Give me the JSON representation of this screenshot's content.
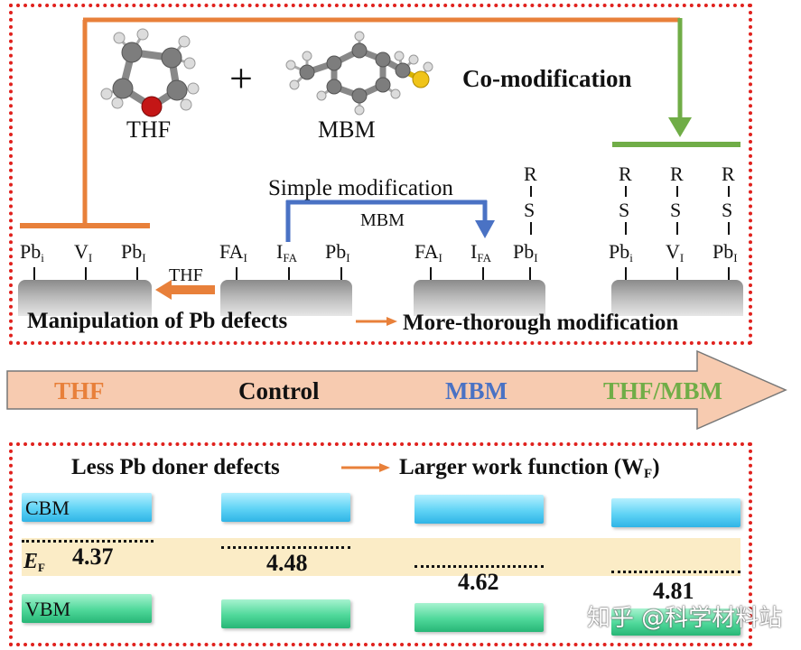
{
  "top_panel": {
    "molecule_thf": "THF",
    "plus": "+",
    "molecule_mbm": "MBM",
    "co_modification": "Co-modification",
    "simple_modification": "Simple modification",
    "mbm_arrow_label": "MBM",
    "thf_arrow_label": "THF",
    "group1": {
      "labels": [
        "Pb",
        "V",
        "Pb"
      ],
      "subs": [
        "i",
        "I",
        "I"
      ]
    },
    "group2": {
      "labels": [
        "FA",
        "I",
        "Pb"
      ],
      "subs": [
        "I",
        "FA",
        "I"
      ]
    },
    "group3": {
      "labels": [
        "FA",
        "I",
        "Pb"
      ],
      "subs": [
        "I",
        "FA",
        "I"
      ]
    },
    "group4": {
      "labels": [
        "Pb",
        "V",
        "Pb"
      ],
      "subs": [
        "i",
        "I",
        "I"
      ]
    },
    "r_label": "R",
    "s_label": "S",
    "manipulation_text": "Manipulation of Pb defects",
    "thorough_text": "More-thorough modification"
  },
  "middle_arrow": {
    "items": [
      "THF",
      "Control",
      "MBM",
      "THF/MBM"
    ],
    "colors": [
      "#e8803a",
      "#111111",
      "#4a72c4",
      "#70ad47"
    ],
    "fill": "#f7cbb0"
  },
  "bottom_panel": {
    "less_defects": "Less Pb doner defects",
    "larger_wf": "Larger work function (W",
    "wf_sub": "F",
    "wf_close": ")",
    "cbm": "CBM",
    "vbm": "VBM",
    "ef": "E",
    "ef_sub": "F",
    "work_functions": [
      "4.37",
      "4.48",
      "4.62",
      "4.81"
    ]
  },
  "watermark": "知乎 @科学材料站",
  "colors": {
    "orange": "#e8803a",
    "blue": "#4a72c4",
    "green": "#70ad47",
    "red_frame": "#e0211d"
  }
}
